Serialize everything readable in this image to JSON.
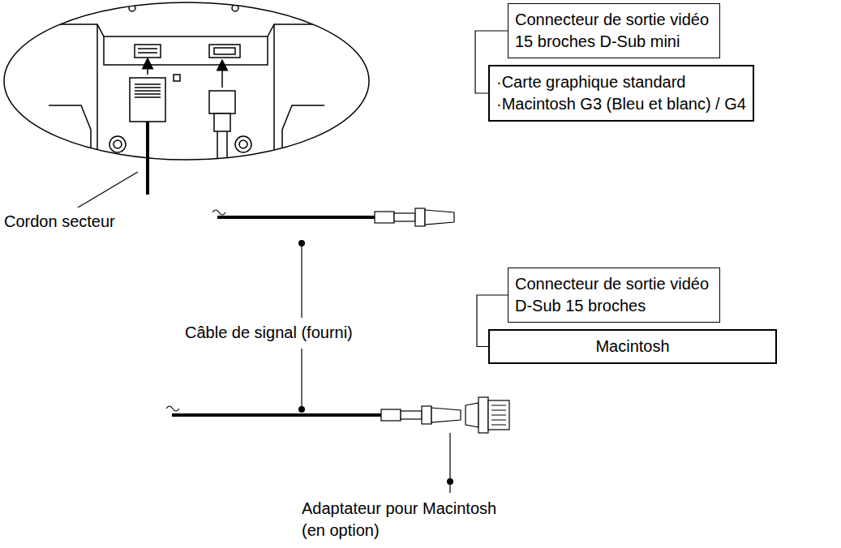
{
  "diagram": {
    "nodes": [
      {
        "text": [
          "Connecteur de sortie vidéo 15 broches D-Sub mini"
        ]
      },
      {
        "text": [
          "·Carte graphique standard",
          "·Macintosh G3 (Bleu et blanc) / G4"
        ]
      },
      {
        "text": [
          "Connecteur de sortie vidéo D-Sub 15 broches"
        ]
      },
      {
        "text": [
          "Macintosh"
        ]
      }
    ],
    "edges": [
      {
        "from": 0,
        "to": 1,
        "arrow": "none"
      },
      {
        "from": 2,
        "to": 3,
        "arrow": "none"
      }
    ],
    "labels": [
      "Cordon secteur",
      "Câble de signal (fourni)",
      "Adaptateur pour Macintosh (en option)"
    ]
  }
}
